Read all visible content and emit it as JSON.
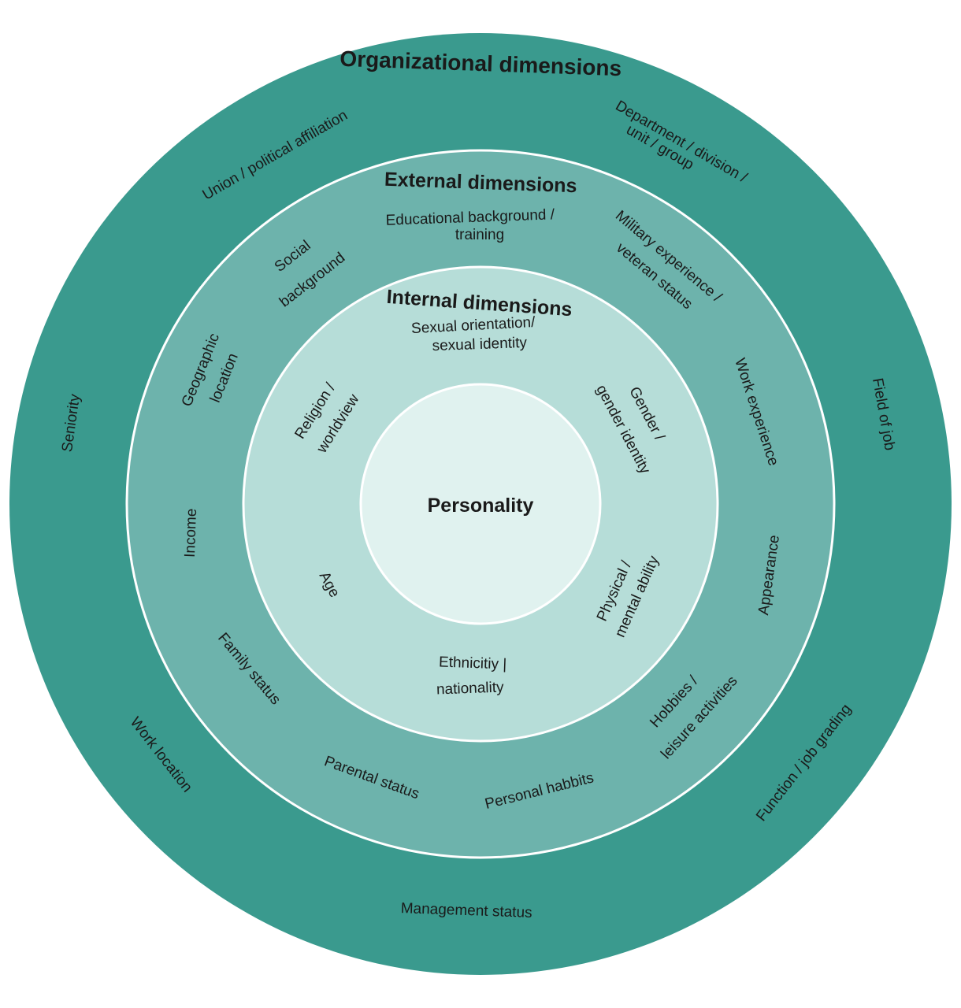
{
  "colors": {
    "outer_ring": "#3a9a8e",
    "external_ring": "#6db3ac",
    "internal_ring": "#b6ddd8",
    "core": "#e0f2ef",
    "separator": "#ffffff",
    "text": "#1a1a1a"
  },
  "organizational": {
    "title": "Organizational dimensions",
    "union": "Union / political affiliation",
    "department_1": "Department / division /",
    "department_2": "unit / group",
    "seniority": "Seniority",
    "field_of_job": "Field of job",
    "work_location": "Work location",
    "function": "Function / job grading",
    "management": "Management status"
  },
  "external": {
    "title": "External dimensions",
    "education_1": "Educational background /",
    "education_2": "training",
    "social_1": "Social",
    "social_2": "background",
    "military_1": "Military experience /",
    "military_2": "veteran status",
    "geo_1": "Geographic",
    "geo_2": "location",
    "work_experience": "Work experience",
    "income": "Income",
    "appearance": "Appearance",
    "family": "Family status",
    "hobbies_1": "Hobbies /",
    "hobbies_2": "leisure activities",
    "parental": "Parental status",
    "habits": "Personal habbits"
  },
  "internal": {
    "title": "Internal dimensions",
    "sexual_1": "Sexual orientation/",
    "sexual_2": "sexual identity",
    "religion_1": "Religion /",
    "religion_2": "worldview",
    "gender_1": "Gender /",
    "gender_2": "gender identity",
    "age": "Age",
    "physical_1": "Physical /",
    "physical_2": "mental ability",
    "ethnicity_1": "Ethnicitiy |",
    "ethnicity_2": "nationality"
  },
  "core": {
    "title": "Personality"
  }
}
